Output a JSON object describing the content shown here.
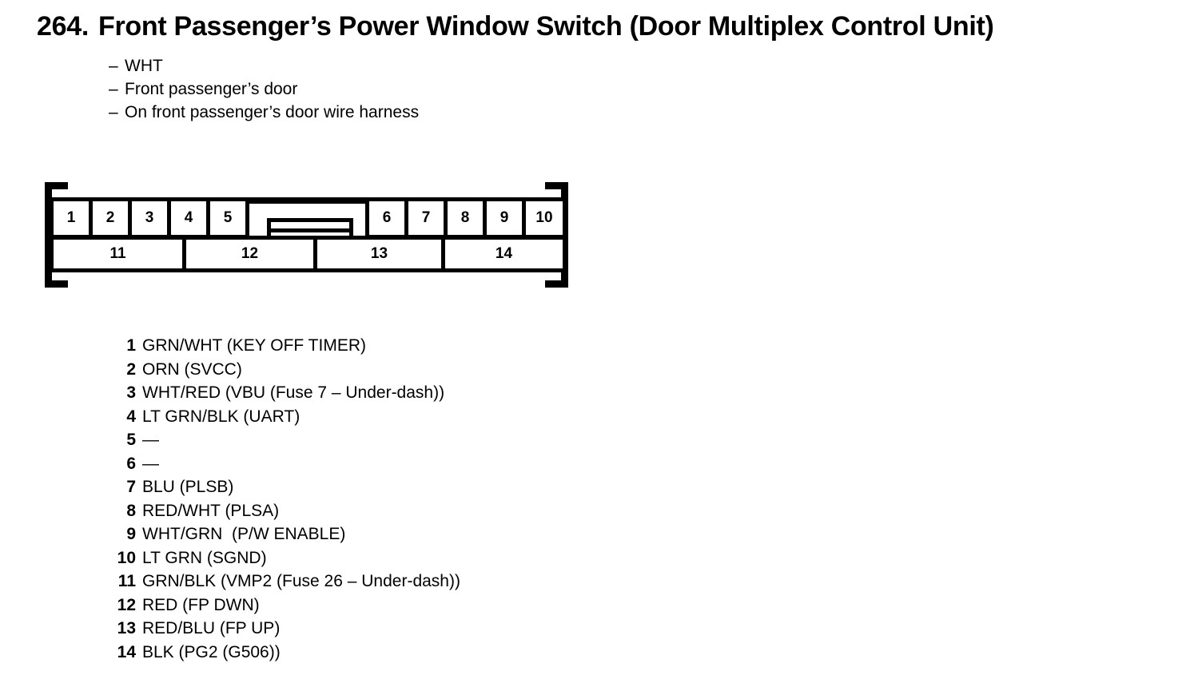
{
  "title": {
    "number": "264.",
    "text": "Front Passenger’s Power Window Switch (Door Multiplex Control Unit)"
  },
  "subtitles": [
    "WHT",
    "Front passenger’s door",
    "On front passenger’s door wire harness"
  ],
  "connector": {
    "top_cells": [
      "1",
      "2",
      "3",
      "4",
      "5",
      "6",
      "7",
      "8",
      "9",
      "10"
    ],
    "bottom_cells": [
      "11",
      "12",
      "13",
      "14"
    ],
    "latch_name": "connector-latch"
  },
  "pins": [
    {
      "num": "1",
      "desc": "GRN/WHT (KEY OFF TIMER)"
    },
    {
      "num": "2",
      "desc": "ORN (SVCC)"
    },
    {
      "num": "3",
      "desc": "WHT/RED (VBU (Fuse 7 – Under-dash))"
    },
    {
      "num": "4",
      "desc": "LT GRN/BLK (UART)"
    },
    {
      "num": "5",
      "desc": "—"
    },
    {
      "num": "6",
      "desc": "—"
    },
    {
      "num": "7",
      "desc": "BLU (PLSB)"
    },
    {
      "num": "8",
      "desc": "RED/WHT (PLSA)"
    },
    {
      "num": "9",
      "desc": "WHT/GRN  (P/W ENABLE)"
    },
    {
      "num": "10",
      "desc": "LT GRN (SGND)"
    },
    {
      "num": "11",
      "desc": "GRN/BLK (VMP2 (Fuse 26 – Under-dash))"
    },
    {
      "num": "12",
      "desc": "RED (FP DWN)"
    },
    {
      "num": "13",
      "desc": "RED/BLU (FP UP)"
    },
    {
      "num": "14",
      "desc": "BLK (PG2 (G506))"
    }
  ],
  "colors": {
    "ink": "#000000",
    "paper": "#ffffff"
  }
}
